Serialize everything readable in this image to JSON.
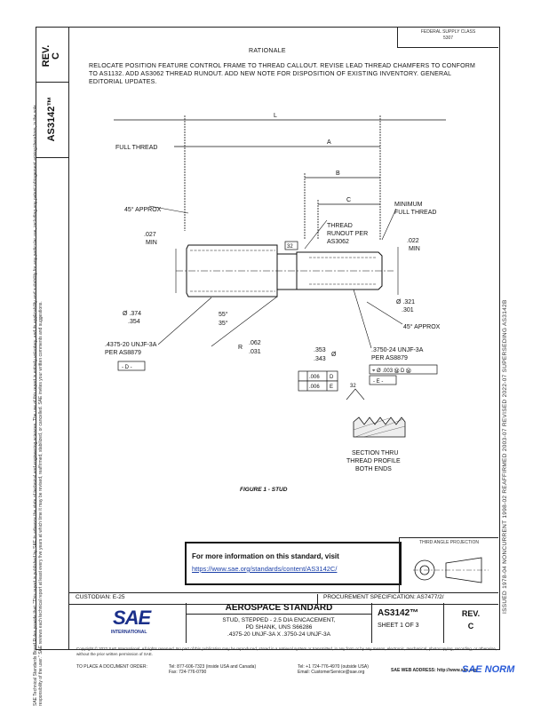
{
  "side_panel": {
    "rev_label": "REV.",
    "rev_value": "C",
    "doc_number": "AS3142™"
  },
  "disclaimer_left": "SAE Technical Standards Board Rules provide that: \"This report is published by SAE to advance the state of technical and engineering sciences. The use of this report is entirely voluntary, and its applicability and suitability for any particular use, including any patent infringement arising therefrom, is the sole responsibility of the user.\" SAE reviews each technical report at least every five years at which time it may be revised, reaffirmed, stabilized, or cancelled. SAE invites your written comments and suggestions.",
  "right_meta": "ISSUED 1978-04   NONCURRENT 1998-02   REAFFIRMED 2003-07   REVISED 2022-07   SUPERSEDING AS3142B",
  "ref_box": {
    "line1": "FEDERAL SUPPLY CLASS",
    "line2": "5307"
  },
  "rationale": {
    "title": "RATIONALE",
    "text": "RELOCATE POSITION FEATURE CONTROL FRAME TO THREAD CALLOUT. REVISE LEAD THREAD CHAMFERS TO CONFORM TO AS1132. ADD AS3062 THREAD RUNOUT. ADD NEW NOTE FOR DISPOSITION OF EXISTING INVENTORY. GENERAL EDITORIAL UPDATES."
  },
  "drawing": {
    "dim_L": "L",
    "dim_A": "A",
    "dim_B": "B",
    "dim_C": "C",
    "full_thread": "FULL THREAD",
    "approx_45_left": "45° APPROX",
    "min_full_thread_1": "MINIMUM",
    "min_full_thread_2": "FULL THREAD",
    "runout_1": "THREAD",
    "runout_2": "RUNOUT PER",
    "runout_3": "AS3062",
    "dim_027": ".027",
    "min_left": "MIN",
    "dim_32_top": "32",
    "dim_022": ".022",
    "min_right": "MIN",
    "dim_374": "Ø .374",
    "dim_354": ".354",
    "dim_321": "Ø .321",
    "dim_301": ".301",
    "approx_45_right": "45° APPROX",
    "angle_55": "55°",
    "angle_35": "35°",
    "r_label": "R",
    "r_062": ".062",
    "r_031": ".031",
    "dim_353": ".353",
    "dim_343": ".343",
    "dia_sym": "Ø",
    "thread_left_1": ".4375-20 UNJF-3A",
    "thread_left_2": "PER AS8879",
    "datum_d": "- D -",
    "fcf1_val": ".006",
    "fcf1_ref": "D",
    "fcf2_val": ".006",
    "fcf2_ref": "E",
    "thread_right_1": ".3750-24 UNJF-3A",
    "thread_right_2": "PER AS8879",
    "fcf3_val": "⌖ Ø .003 Ⓜ D Ⓜ",
    "datum_e": "- E -",
    "dim_32_profile": "32",
    "section_1": "SECTION THRU",
    "section_2": "THREAD PROFILE",
    "section_3": "BOTH ENDS"
  },
  "figure_caption": "FIGURE 1 - STUD",
  "info_box": {
    "heading": "For more information on this standard, visit",
    "link": "https://www.sae.org/standards/content/AS3142C/"
  },
  "projection": {
    "label": "THIRD ANGLE PROJECTION"
  },
  "title_block": {
    "custodian": "CUSTODIAN: E-25",
    "procurement": "PROCUREMENT SPECIFICATION: AS7477/2/",
    "logo_text": "SAE",
    "logo_sub": "INTERNATIONAL",
    "std_head": "AEROSPACE STANDARD",
    "desc1": "STUD, STEPPED - 2.5 DIA ENCACEMENT,",
    "desc2": "PD SHANK, UNS S66286",
    "desc3": ".4375-20 UNJF-3A X .3750-24 UNJF-3A",
    "doc_num": "AS3142™",
    "sheet": "SHEET 1 OF 3",
    "rev_label": "REV.",
    "rev_value": "C"
  },
  "footer": {
    "copyright": "Copyright © 2022 SAE International. All rights reserved. No part of this publication may be reproduced, stored in a retrieval system or transmitted, in any form or by any means, electronic, mechanical, photocopying, recording, or otherwise, without the prior written permission of SAE.",
    "order_label": "TO PLACE A DOCUMENT ORDER:",
    "tel1": "Tel: 877-606-7323 (inside USA and Canada)",
    "tel2": "Tel: +1 724-776-4970 (outside USA)",
    "fax": "Fax: 724-776-0790",
    "email": "Email: CustomerService@sae.org",
    "web": "SAE WEB ADDRESS: http://www.sae.org",
    "watermark": "SAE NORM"
  }
}
